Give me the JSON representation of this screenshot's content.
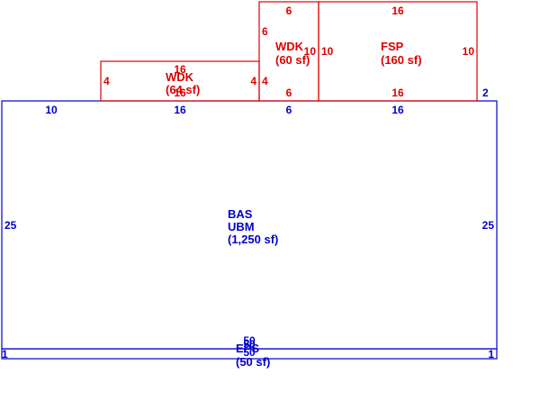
{
  "colors": {
    "main": "#0000cc",
    "addition": "#dd0000"
  },
  "areas": {
    "bas": {
      "code": "BAS",
      "sub": "UBM",
      "area": "(1,250 sf)"
    },
    "eps": {
      "code": "EPS",
      "area": "(50 sf)"
    },
    "wdk_left": {
      "code": "WDK",
      "area": "(64 sf)"
    },
    "wdk_mid": {
      "code": "WDK",
      "area": "(60 sf)"
    },
    "fsp": {
      "code": "FSP",
      "area": "(160 sf)"
    }
  },
  "dims": {
    "bas_top_a": "10",
    "bas_top_b": "16",
    "bas_top_c": "6",
    "bas_top_d": "16",
    "bas_left": "25",
    "bas_right": "25",
    "bas_bottom": "50",
    "eps_top": "50",
    "eps_bottom": "50",
    "eps_left": "1",
    "eps_right": "1",
    "wdk_left_top": "16",
    "wdk_left_bottom": "16",
    "wdk_left_left": "4",
    "wdk_left_right": "4",
    "wdk_mid_top": "6",
    "wdk_mid_bottom": "6",
    "wdk_mid_left": "6",
    "wdk_mid_right": "10",
    "fsp_top": "16",
    "fsp_bottom": "16",
    "fsp_left": "10",
    "fsp_right": "10",
    "step": "2"
  }
}
